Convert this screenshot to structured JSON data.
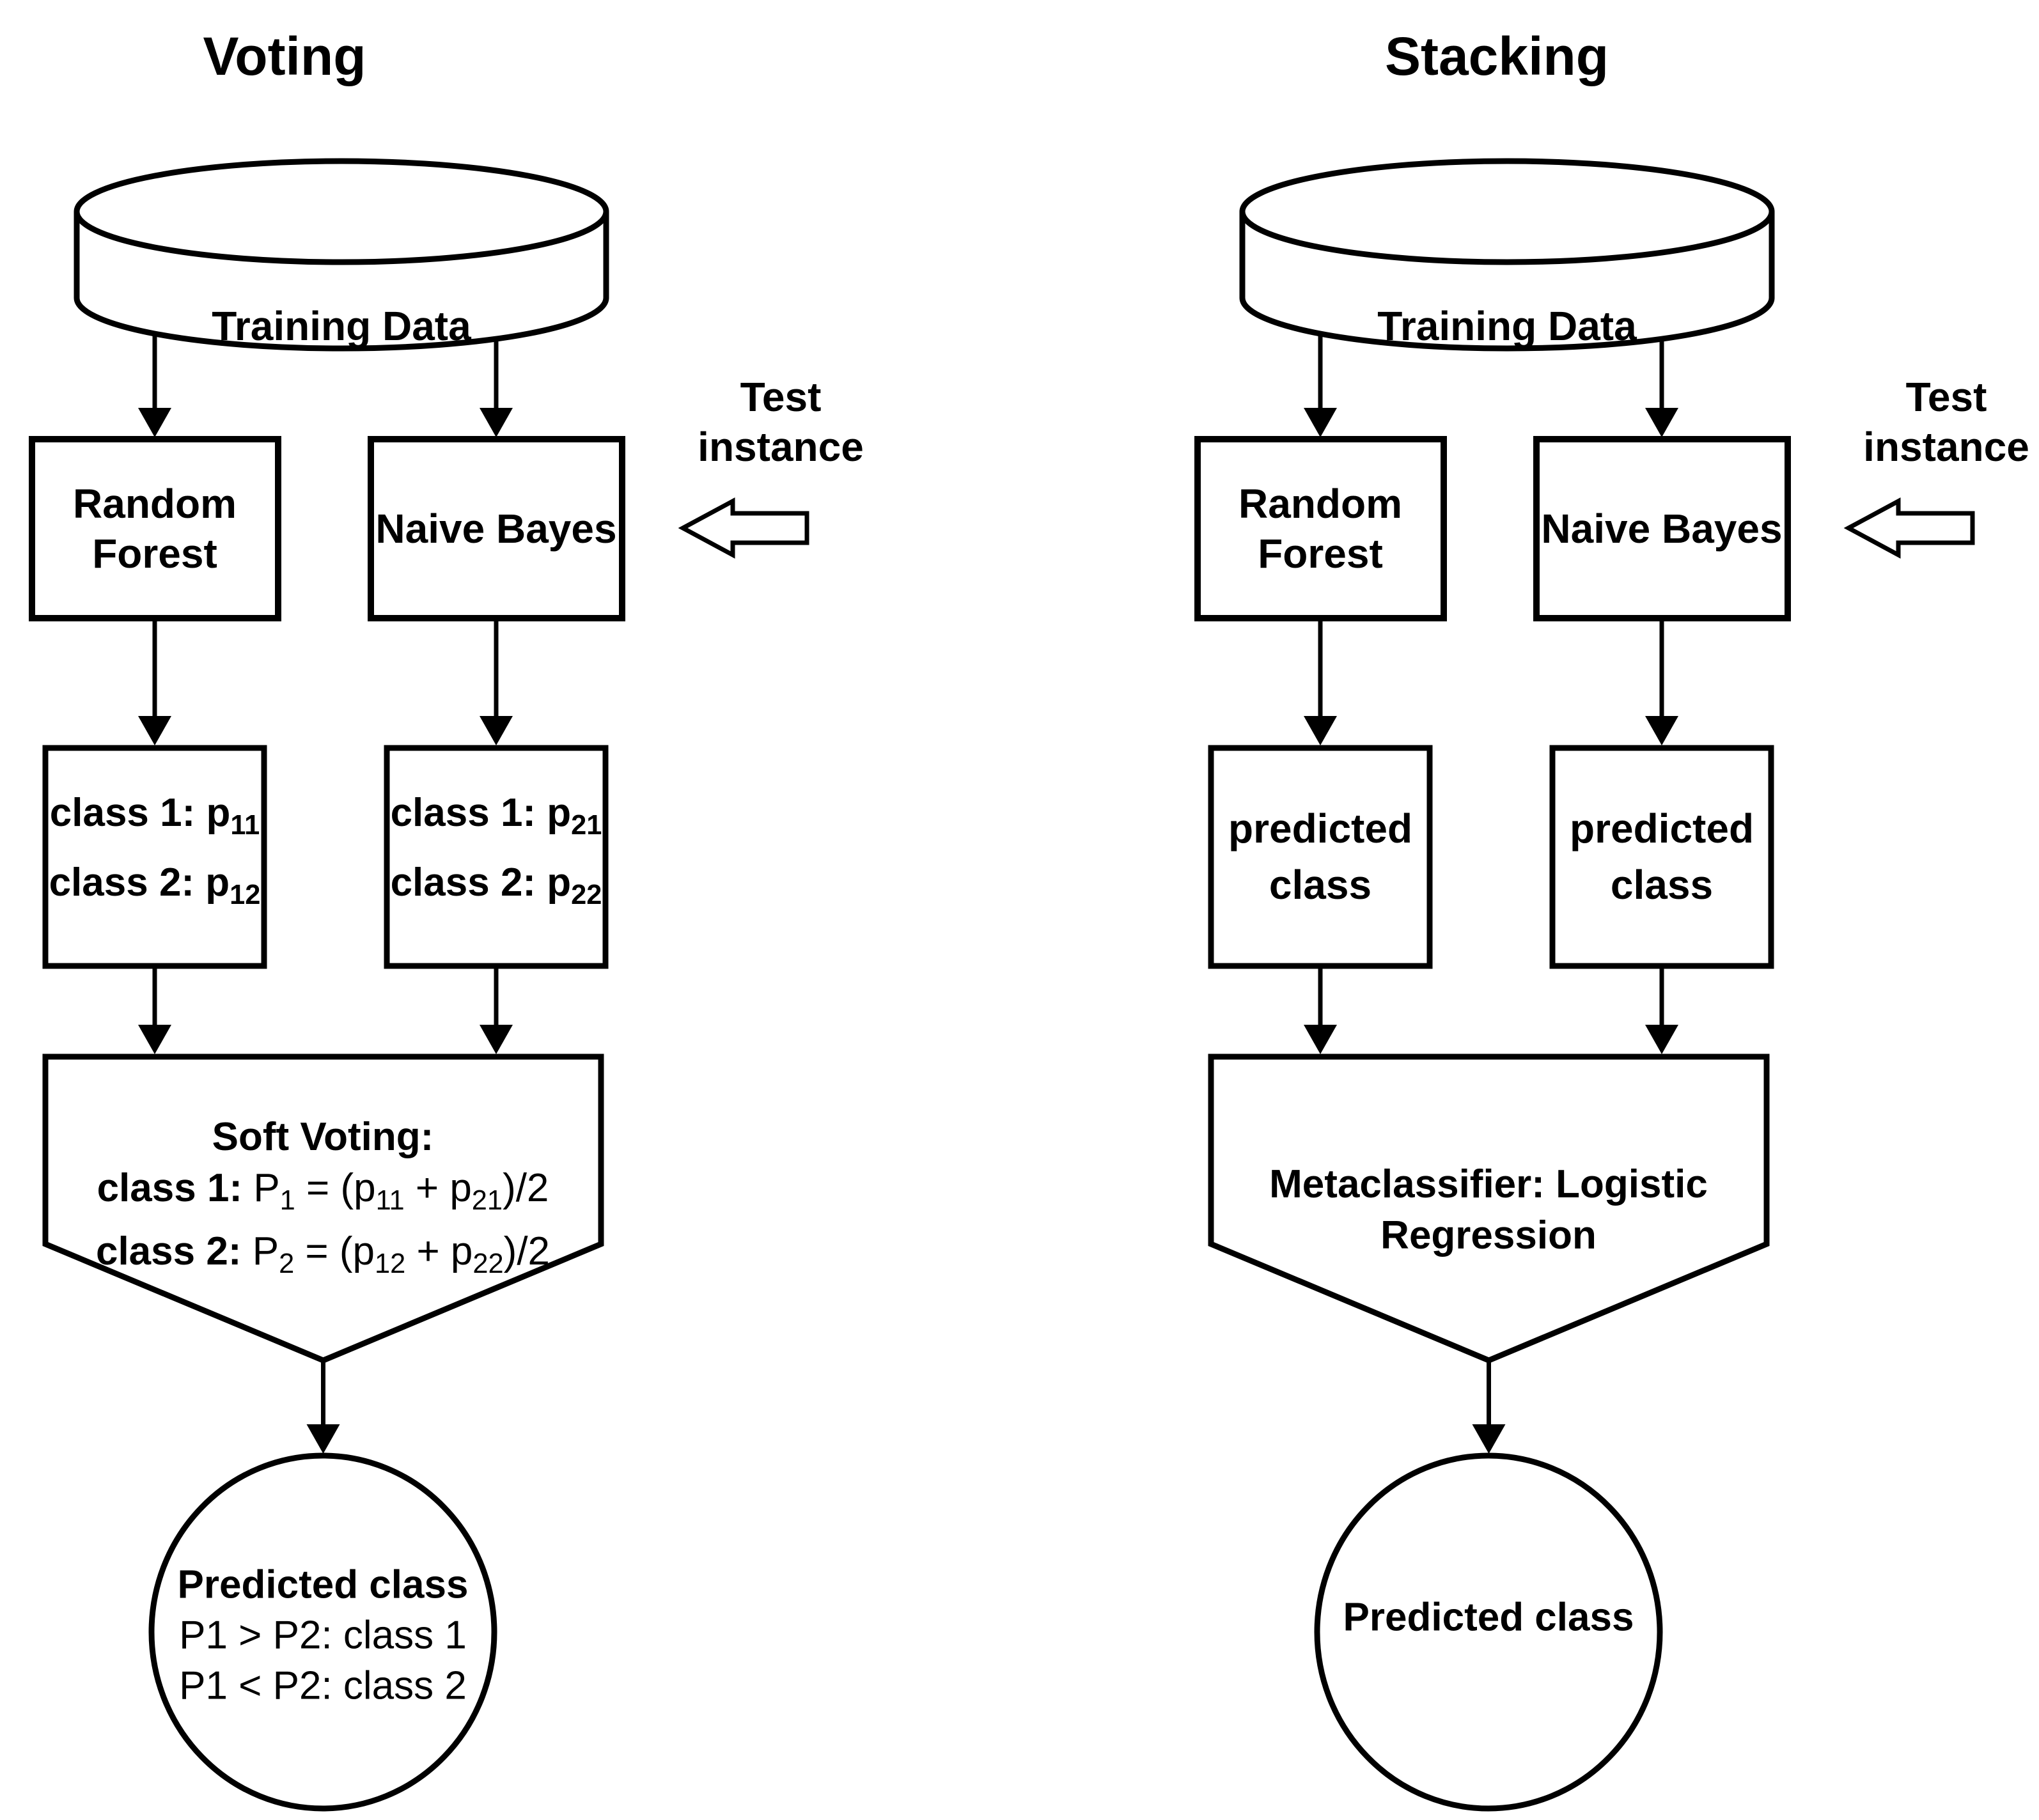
{
  "figure": {
    "background_color": "#ffffff",
    "line_color": "#000000"
  },
  "voting": {
    "title": "Voting",
    "cylinder": {
      "label": "Training Data"
    },
    "random_forest": {
      "lines": [
        "Random",
        "Forest"
      ]
    },
    "naive_bayes": {
      "label": "Naive Bayes"
    },
    "test_instance": {
      "lines": [
        "Test",
        "instance"
      ]
    },
    "rf_output": {
      "lines": [
        [
          {
            "t": "class 1: p",
            "b": true
          },
          {
            "t": "11",
            "b": true,
            "s": true
          }
        ],
        [
          {
            "t": "class 2: p",
            "b": true
          },
          {
            "t": "12",
            "b": true,
            "s": true
          }
        ]
      ]
    },
    "nb_output": {
      "lines": [
        [
          {
            "t": "class 1: p",
            "b": true
          },
          {
            "t": "21",
            "b": true,
            "s": true
          }
        ],
        [
          {
            "t": "class 2: p",
            "b": true
          },
          {
            "t": "22",
            "b": true,
            "s": true
          }
        ]
      ]
    },
    "combiner": {
      "lines": [
        [
          {
            "t": "Soft Voting:",
            "b": true
          }
        ],
        [
          {
            "t": "class 1: ",
            "b": true
          },
          {
            "t": "P"
          },
          {
            "t": "1",
            "s": true
          },
          {
            "t": " = (p"
          },
          {
            "t": "11",
            "s": true
          },
          {
            "t": " + p"
          },
          {
            "t": "21",
            "s": true
          },
          {
            "t": ")/2"
          }
        ],
        [
          {
            "t": "class 2: ",
            "b": true
          },
          {
            "t": "P"
          },
          {
            "t": "2",
            "s": true
          },
          {
            "t": " = (p"
          },
          {
            "t": "12",
            "s": true
          },
          {
            "t": " + p"
          },
          {
            "t": "22",
            "s": true
          },
          {
            "t": ")/2"
          }
        ]
      ]
    },
    "output_circle": {
      "lines": [
        [
          {
            "t": "Predicted class",
            "b": true
          }
        ],
        [
          {
            "t": "P1 > P2: class 1"
          }
        ],
        [
          {
            "t": "P1 < P2: class 2"
          }
        ]
      ]
    }
  },
  "stacking": {
    "title": "Stacking",
    "cylinder": {
      "label": "Training Data"
    },
    "random_forest": {
      "lines": [
        "Random",
        "Forest"
      ]
    },
    "naive_bayes": {
      "label": "Naive Bayes"
    },
    "test_instance": {
      "lines": [
        "Test",
        "instance"
      ]
    },
    "rf_output": {
      "lines": [
        [
          {
            "t": "predicted",
            "b": true
          }
        ],
        [
          {
            "t": "class",
            "b": true
          }
        ]
      ]
    },
    "nb_output": {
      "lines": [
        [
          {
            "t": "predicted",
            "b": true
          }
        ],
        [
          {
            "t": "class",
            "b": true
          }
        ]
      ]
    },
    "combiner": {
      "lines": [
        [
          {
            "t": "Metaclassifier: Logistic",
            "b": true
          }
        ],
        [
          {
            "t": "Regression",
            "b": true
          }
        ]
      ]
    },
    "output_circle": {
      "lines": [
        [
          {
            "t": "Predicted class",
            "b": true
          }
        ]
      ]
    }
  }
}
